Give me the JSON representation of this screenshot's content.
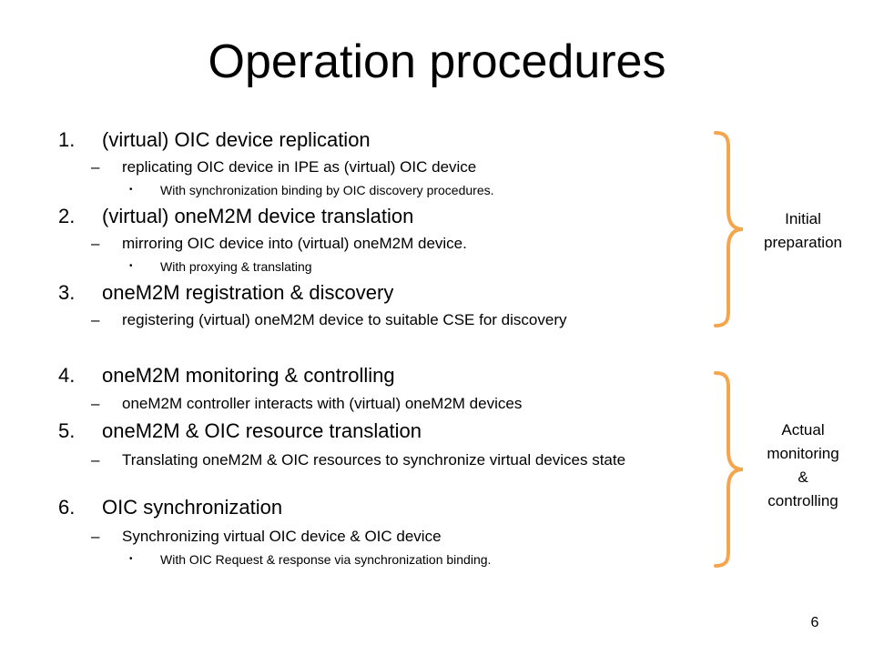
{
  "slide": {
    "title": "Operation procedures",
    "page_number": "6"
  },
  "steps": [
    {
      "num": "1.",
      "text": "(virtual) OIC device replication",
      "sub": "replicating OIC device in IPE as (virtual) OIC device",
      "subsub": "With synchronization binding by OIC discovery procedures."
    },
    {
      "num": "2.",
      "text": "(virtual) oneM2M device translation",
      "sub": "mirroring OIC device into (virtual) oneM2M device.",
      "subsub": "With proxying & translating"
    },
    {
      "num": "3.",
      "text": "oneM2M registration & discovery",
      "sub": "registering (virtual) oneM2M device to suitable CSE for discovery"
    },
    {
      "num": "4.",
      "text": "oneM2M monitoring & controlling",
      "sub": "oneM2M controller interacts with (virtual) oneM2M devices"
    },
    {
      "num": "5.",
      "text": "oneM2M & OIC resource translation",
      "sub": "Translating oneM2M & OIC resources to synchronize virtual devices state"
    },
    {
      "num": "6.",
      "text": "OIC synchronization",
      "sub": "Synchronizing virtual OIC device & OIC device",
      "subsub": "With OIC Request & response via synchronization binding."
    }
  ],
  "marks": {
    "dash": "–",
    "bullet": "•"
  },
  "groups": {
    "initial": {
      "line1": "Initial",
      "line2": "preparation"
    },
    "actual": {
      "line1": "Actual",
      "line2": "monitoring",
      "line3": "&",
      "line4": "controlling"
    }
  },
  "colors": {
    "brace": "#F4A64C"
  }
}
